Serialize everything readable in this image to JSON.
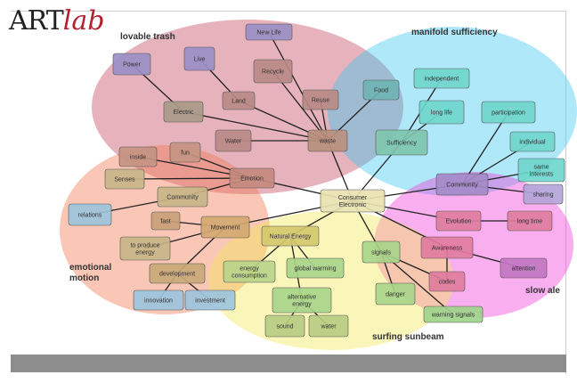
{
  "logo": {
    "art": "ART",
    "lab": "lab"
  },
  "clusters": [
    {
      "id": "lovable",
      "label": "lovable trash",
      "color": "#c4485f"
    },
    {
      "id": "manifold",
      "label": "manifold sufficiency",
      "color": "#3fc8f0"
    },
    {
      "id": "emotional",
      "label": "emotional motion",
      "color": "#f47a52"
    },
    {
      "id": "slow",
      "label": "slow ale",
      "color": "#ee3dd8"
    },
    {
      "id": "surfing",
      "label": "surfing sunbeam",
      "color": "#f2e656"
    }
  ],
  "nodes": [
    {
      "id": "center",
      "lines": [
        "Consumer",
        "Electronic"
      ],
      "fill": "#e8e2b0"
    },
    {
      "id": "newlife",
      "lines": [
        "New Life"
      ],
      "fill": "#9a8fc4"
    },
    {
      "id": "power",
      "lines": [
        "Power"
      ],
      "fill": "#9a8fc4"
    },
    {
      "id": "live",
      "lines": [
        "Live"
      ],
      "fill": "#9a8fc4"
    },
    {
      "id": "recycle",
      "lines": [
        "Recycle"
      ],
      "fill": "#b88a86"
    },
    {
      "id": "land",
      "lines": [
        "Land"
      ],
      "fill": "#b88a86"
    },
    {
      "id": "reuse",
      "lines": [
        "Reuse"
      ],
      "fill": "#b88a86"
    },
    {
      "id": "electric",
      "lines": [
        "Electric"
      ],
      "fill": "#a99a88"
    },
    {
      "id": "water",
      "lines": [
        "Water"
      ],
      "fill": "#b88a86"
    },
    {
      "id": "waste",
      "lines": [
        "waste"
      ],
      "fill": "#b8907e"
    },
    {
      "id": "food",
      "lines": [
        "Food"
      ],
      "fill": "#6fb4b4"
    },
    {
      "id": "independent",
      "lines": [
        "independent"
      ],
      "fill": "#6fd6cc"
    },
    {
      "id": "longlife",
      "lines": [
        "long life"
      ],
      "fill": "#6fd6cc"
    },
    {
      "id": "participation",
      "lines": [
        "participation"
      ],
      "fill": "#6fd6cc"
    },
    {
      "id": "sufficiency",
      "lines": [
        "Sufficiency"
      ],
      "fill": "#7ec4ad"
    },
    {
      "id": "individual",
      "lines": [
        "individual"
      ],
      "fill": "#6fd6cc"
    },
    {
      "id": "sameinterests",
      "lines": [
        "same",
        "interests"
      ],
      "fill": "#6fd6cc"
    },
    {
      "id": "community1",
      "lines": [
        "Community"
      ],
      "fill": "#a48bc8"
    },
    {
      "id": "sharing",
      "lines": [
        "sharing"
      ],
      "fill": "#b3a4d8"
    },
    {
      "id": "evolution",
      "lines": [
        "Evolution"
      ],
      "fill": "#e07c9e"
    },
    {
      "id": "longtime",
      "lines": [
        "long time"
      ],
      "fill": "#e07c9e"
    },
    {
      "id": "awareness",
      "lines": [
        "Awareness"
      ],
      "fill": "#e07c9e"
    },
    {
      "id": "attention",
      "lines": [
        "attention"
      ],
      "fill": "#c276c0"
    },
    {
      "id": "codes",
      "lines": [
        "codes"
      ],
      "fill": "#e07c9e"
    },
    {
      "id": "warningsignals",
      "lines": [
        "warning signals"
      ],
      "fill": "#9ed48a"
    },
    {
      "id": "signals",
      "lines": [
        "signals"
      ],
      "fill": "#a8d48a"
    },
    {
      "id": "danger",
      "lines": [
        "danger"
      ],
      "fill": "#a8d48a"
    },
    {
      "id": "naturalenergy",
      "lines": [
        "Natural Energy"
      ],
      "fill": "#d2c86e"
    },
    {
      "id": "energyconsumption",
      "lines": [
        "energy",
        "consumption"
      ],
      "fill": "#b8d48a"
    },
    {
      "id": "globalwarming",
      "lines": [
        "global warming"
      ],
      "fill": "#a8d48a"
    },
    {
      "id": "alternativeenergy",
      "lines": [
        "alternative",
        "energy"
      ],
      "fill": "#a8d48a"
    },
    {
      "id": "sound",
      "lines": [
        "sound"
      ],
      "fill": "#b8cc82"
    },
    {
      "id": "water2",
      "lines": [
        "water"
      ],
      "fill": "#b8cc82"
    },
    {
      "id": "inside",
      "lines": [
        "inside"
      ],
      "fill": "#c49482"
    },
    {
      "id": "fun",
      "lines": [
        "fun"
      ],
      "fill": "#c49482"
    },
    {
      "id": "emotion",
      "lines": [
        "Emotion"
      ],
      "fill": "#c48a7e"
    },
    {
      "id": "senses",
      "lines": [
        "Senses"
      ],
      "fill": "#c8b488"
    },
    {
      "id": "community2",
      "lines": [
        "Community"
      ],
      "fill": "#c8b488"
    },
    {
      "id": "relations",
      "lines": [
        "relations"
      ],
      "fill": "#9cc4dc"
    },
    {
      "id": "fast",
      "lines": [
        "fast"
      ],
      "fill": "#c8a078"
    },
    {
      "id": "movement",
      "lines": [
        "Movement"
      ],
      "fill": "#d4a870"
    },
    {
      "id": "toproduceenergy",
      "lines": [
        "to produce",
        "energy"
      ],
      "fill": "#c8b488"
    },
    {
      "id": "development",
      "lines": [
        "development"
      ],
      "fill": "#c8a878"
    },
    {
      "id": "innovation",
      "lines": [
        "innovation"
      ],
      "fill": "#9cc4dc"
    },
    {
      "id": "investment",
      "lines": [
        "investment"
      ],
      "fill": "#9cc4dc"
    }
  ]
}
